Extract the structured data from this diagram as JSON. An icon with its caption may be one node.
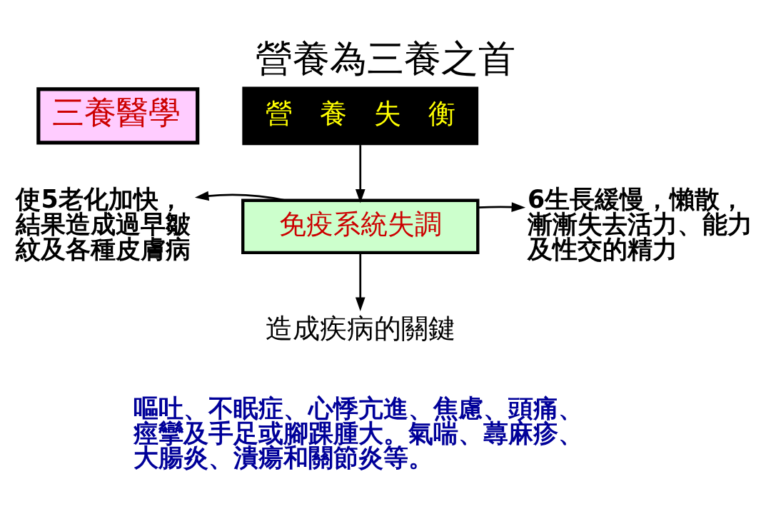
{
  "diagram": {
    "title": "營養為三養之首",
    "nodes": [
      {
        "text": [
          "三養醫學"
        ]
      },
      {
        "text": [
          "營　養　失　衡"
        ]
      },
      {
        "text": [
          "使5老化加快，結果造成過早皺紋及各種皮膚病"
        ]
      },
      {
        "text": [
          "免疫系統失調"
        ]
      },
      {
        "text": [
          "6生長緩慢，懶散，漸漸失去活力、能力及性交的精力"
        ]
      },
      {
        "text": [
          "造成疾病的關鍵"
        ]
      }
    ],
    "edges": [
      {
        "from": 1,
        "to": 3,
        "arrow": "to"
      },
      {
        "from": 3,
        "to": 2,
        "arrow": "to"
      },
      {
        "from": 3,
        "to": 4,
        "arrow": "to"
      },
      {
        "from": 3,
        "to": 5,
        "arrow": "to"
      }
    ],
    "labels": [
      "嘔吐、不眠症、心悸亢進、焦慮、頭痛、痙攣及手足或腳踝腫大。氣喘、蕁麻疹、大腸炎、潰瘍和關節炎等。"
    ]
  }
}
